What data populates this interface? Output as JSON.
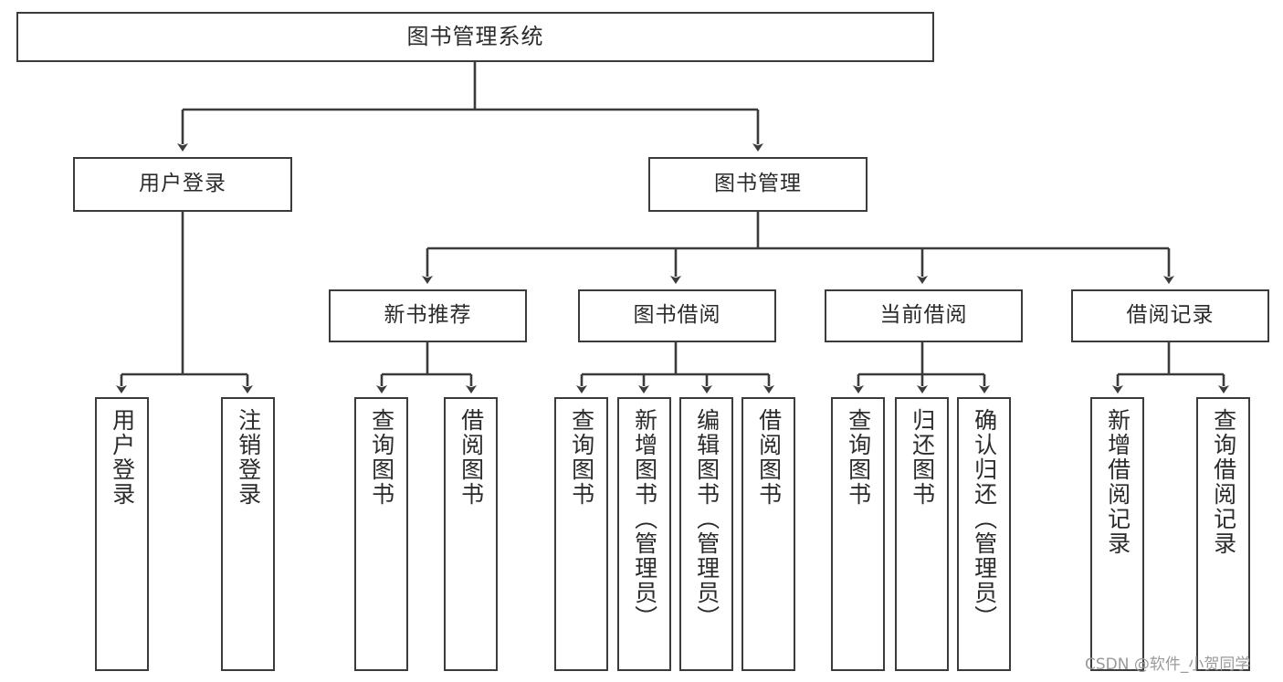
{
  "diagram": {
    "title": "图书管理系统",
    "type": "tree",
    "orientation": "top-down",
    "line_color": "#3b3b3b",
    "box_fill": "#ffffff",
    "text_color": "#2b2b2b"
  },
  "nodes": {
    "root": {
      "label": "图书管理系统"
    },
    "level1": [
      {
        "id": "user-login",
        "label": "用户登录"
      },
      {
        "id": "book-manage",
        "label": "图书管理"
      }
    ],
    "level2": [
      {
        "id": "new-book-recommend",
        "label": "新书推荐"
      },
      {
        "id": "book-borrow",
        "label": "图书借阅"
      },
      {
        "id": "current-borrow",
        "label": "当前借阅"
      },
      {
        "id": "borrow-record",
        "label": "借阅记录"
      }
    ],
    "leaves": {
      "user_login": [
        {
          "id": "leaf-user-login",
          "label": "用户登录"
        },
        {
          "id": "leaf-logout",
          "label": "注销登录"
        }
      ],
      "new_book_recommend": [
        {
          "id": "leaf-query-book-1",
          "label": "查询图书"
        },
        {
          "id": "leaf-borrow-book-1",
          "label": "借阅图书"
        }
      ],
      "book_borrow": [
        {
          "id": "leaf-query-book-2",
          "label": "查询图书"
        },
        {
          "id": "leaf-add-book",
          "label": "新增图书（管理员）"
        },
        {
          "id": "leaf-edit-book",
          "label": "编辑图书（管理员）"
        },
        {
          "id": "leaf-borrow-book-2",
          "label": "借阅图书"
        }
      ],
      "current_borrow": [
        {
          "id": "leaf-query-book-3",
          "label": "查询图书"
        },
        {
          "id": "leaf-return-book",
          "label": "归还图书"
        },
        {
          "id": "leaf-confirm-return",
          "label": "确认归还（管理员）"
        }
      ],
      "borrow_record": [
        {
          "id": "leaf-add-record",
          "label": "新增借阅记录"
        },
        {
          "id": "leaf-query-record",
          "label": "查询借阅记录"
        }
      ]
    }
  },
  "watermark": {
    "text": "CSDN @软件_小贺同学"
  },
  "chart_data": {
    "type": "table",
    "title": "图书管理系统",
    "hierarchy": [
      {
        "label": "用户登录",
        "children": [
          "用户登录",
          "注销登录"
        ]
      },
      {
        "label": "图书管理",
        "children": [
          {
            "label": "新书推荐",
            "children": [
              "查询图书",
              "借阅图书"
            ]
          },
          {
            "label": "图书借阅",
            "children": [
              "查询图书",
              "新增图书（管理员）",
              "编辑图书（管理员）",
              "借阅图书"
            ]
          },
          {
            "label": "当前借阅",
            "children": [
              "查询图书",
              "归还图书",
              "确认归还（管理员）"
            ]
          },
          {
            "label": "借阅记录",
            "children": [
              "新增借阅记录",
              "查询借阅记录"
            ]
          }
        ]
      }
    ]
  }
}
